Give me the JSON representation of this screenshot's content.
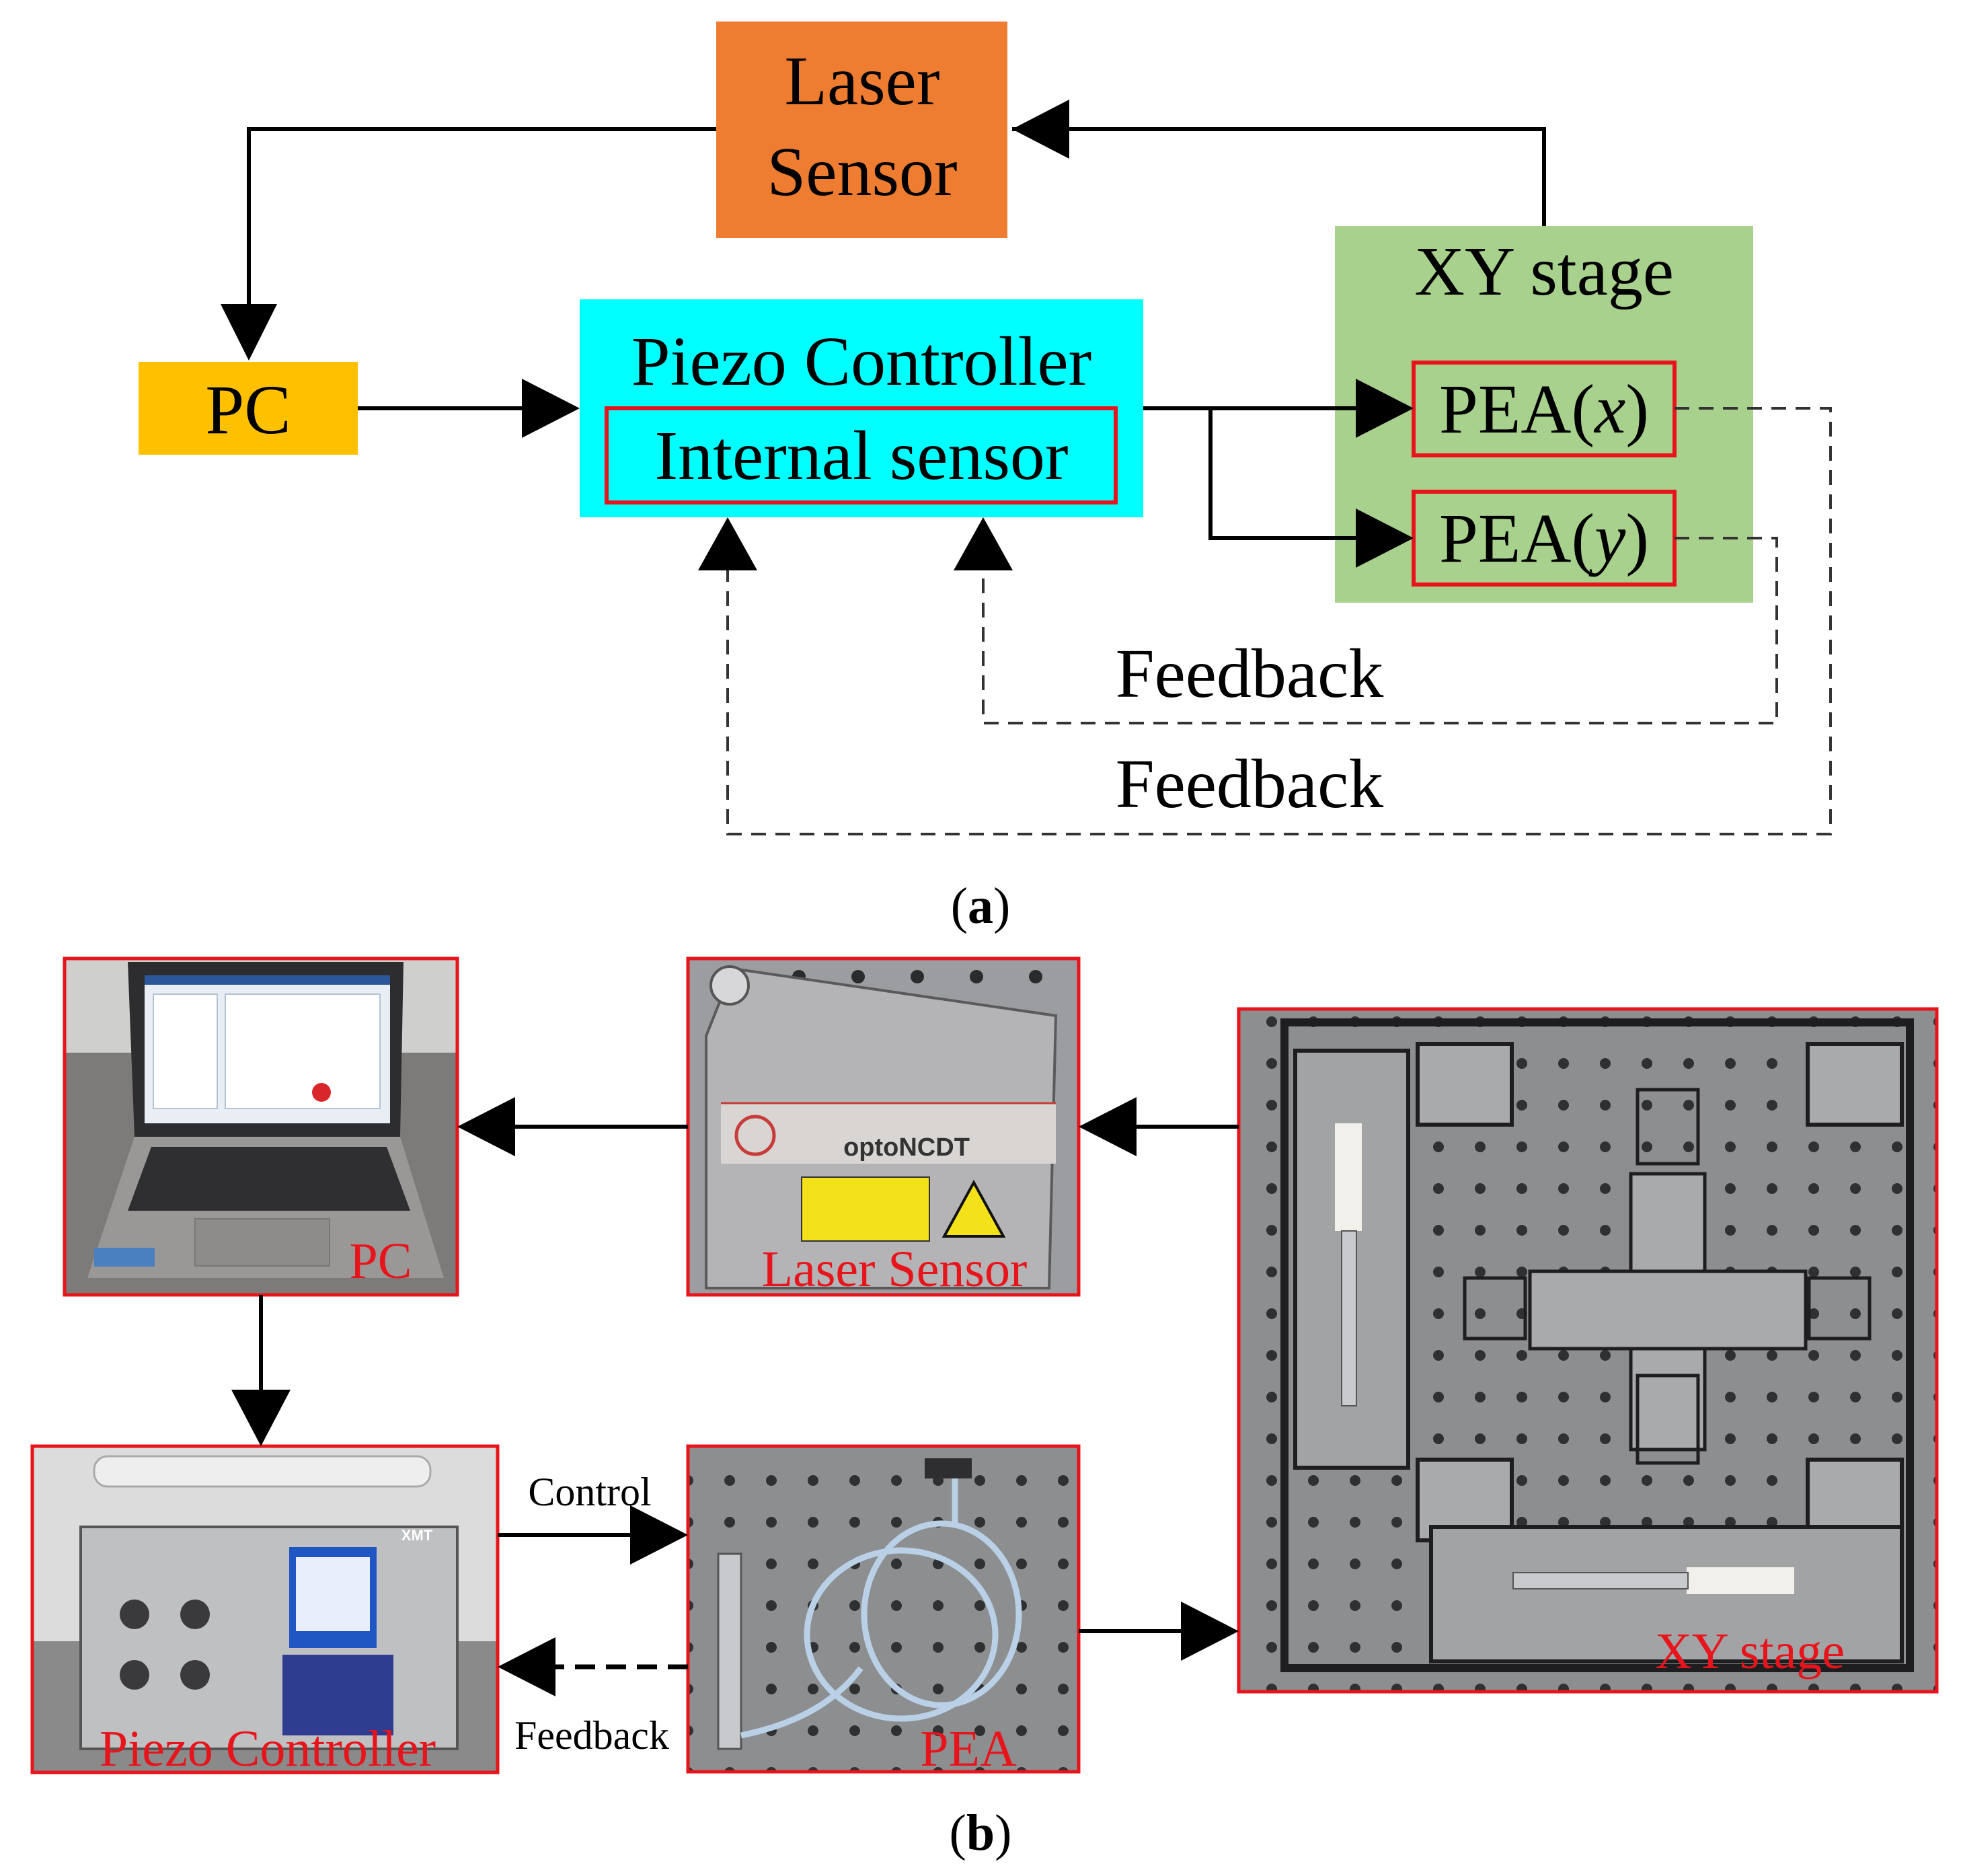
{
  "panel_a": {
    "caption_open": "(",
    "caption_letter": "a",
    "caption_close": ")",
    "laser_sensor": {
      "line1": "Laser",
      "line2": "Sensor",
      "color": "#ee7d31"
    },
    "pc": {
      "label": "PC",
      "color": "#ffc000"
    },
    "piezo_controller": {
      "label": "Piezo Controller",
      "color": "#00ffff"
    },
    "internal_sensor": {
      "label": "Internal sensor",
      "border": "#e8141c"
    },
    "xy_stage": {
      "label": "XY stage",
      "color": "#a9d18e"
    },
    "pea_x": {
      "prefix": "PEA(",
      "var": "x",
      "suffix": ")"
    },
    "pea_y": {
      "prefix": "PEA(",
      "var": "y",
      "suffix": ")"
    },
    "feedback_inner": "Feedback",
    "feedback_outer": "Feedback"
  },
  "panel_b": {
    "caption_open": "(",
    "caption_letter": "b",
    "caption_close": ")",
    "pc_photo": {
      "label": "PC"
    },
    "laser_photo": {
      "label": "Laser Sensor",
      "brand": "optoNCDT"
    },
    "xy_photo": {
      "label": "XY stage"
    },
    "controller_photo": {
      "label": "Piezo Controller",
      "brand": "XMT"
    },
    "pea_photo": {
      "label": "PEA"
    },
    "control_arrow": "Control",
    "feedback_arrow": "Feedback"
  },
  "colors": {
    "photo_border": "#e8141c",
    "photo_label": "#e8141c"
  }
}
